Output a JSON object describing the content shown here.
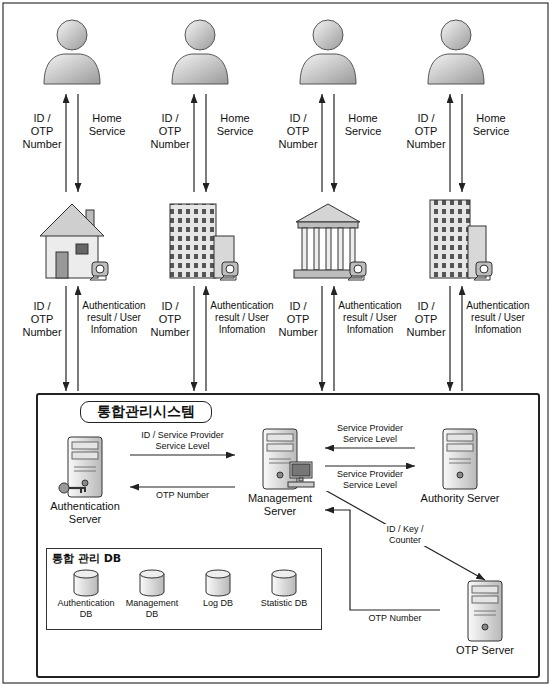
{
  "diagram": {
    "nodes": [
      {
        "text": [
          "통합관리시스템"
        ]
      },
      {
        "text": [
          "Authentication Server"
        ],
        "in": 0
      },
      {
        "text": [
          "Management Server"
        ],
        "in": 0
      },
      {
        "text": [
          "Authority Server"
        ],
        "in": 0
      },
      {
        "text": [
          "통합 관리 DB"
        ],
        "in": 0
      },
      {
        "text": [
          "Authentication DB"
        ],
        "in": 4
      },
      {
        "text": [
          "Management DB"
        ],
        "in": 4
      },
      {
        "text": [
          "Log DB"
        ],
        "in": 4
      },
      {
        "text": [
          "Statistic DB"
        ],
        "in": 4
      },
      {
        "text": [
          "OTP Server"
        ],
        "in": 0
      }
    ],
    "edges": [
      {
        "from": 1,
        "to": 2,
        "label": "ID / Service Provider Service Level",
        "arrow": "to"
      },
      {
        "from": 2,
        "to": 1,
        "label": "OTP Number",
        "arrow": "to"
      },
      {
        "from": 3,
        "to": 2,
        "label": "Service Provider Service Level",
        "arrow": "to"
      },
      {
        "from": 2,
        "to": 3,
        "label": "Service Provider Service Level",
        "arrow": "to"
      },
      {
        "from": 2,
        "to": 9,
        "label": "ID / Key / Counter",
        "arrow": "to"
      },
      {
        "from": 9,
        "to": 2,
        "label": "OTP Number",
        "arrow": "to"
      }
    ],
    "labels": [
      "ID / OTP Number",
      "Home Service",
      "ID / OTP Number",
      "Home Service",
      "ID / OTP Number",
      "Home Service",
      "ID / OTP Number",
      "Home Service",
      "ID / OTP Number",
      "Authentication result / User Infomation",
      "ID / OTP Number",
      "Authentication result / User Infomation",
      "ID / OTP Number",
      "Authentication result / User Infomation",
      "ID / OTP Number",
      "Authentication result / User Infomation"
    ]
  }
}
